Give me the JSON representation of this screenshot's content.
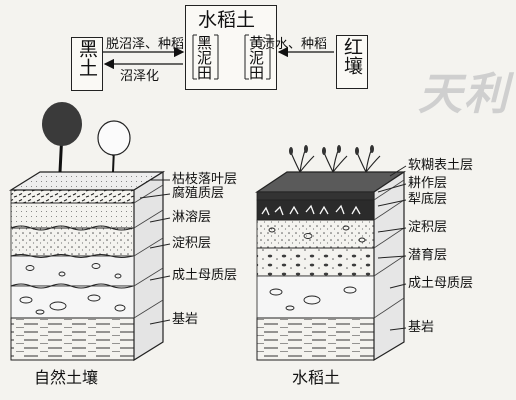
{
  "flow": {
    "title": "水稻土",
    "black_soil": "黑土",
    "red_soil": "红壤",
    "black_mud": "黑泥田",
    "yellow_mud": "黄泥田",
    "arrow_top_left": "脱沼泽、种稻",
    "arrow_bottom_left": "沼泽化",
    "arrow_right": "渍水、种稻"
  },
  "natural": {
    "caption": "自然土壤",
    "layers": [
      "枯枝落叶层",
      "腐殖质层",
      "淋溶层",
      "淀积层",
      "成土母质层",
      "基岩"
    ]
  },
  "paddy": {
    "caption": "水稻土",
    "layers": [
      "软糊表土层",
      "耕作层",
      "犁底层",
      "淀积层",
      "潜育层",
      "成土母质层",
      "基岩"
    ]
  },
  "watermark": "天利"
}
